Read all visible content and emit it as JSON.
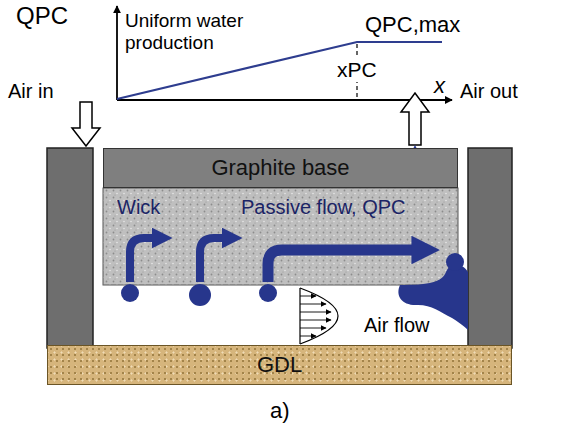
{
  "diagram": {
    "nodes": [
      {
        "text": [
          "Graphite base"
        ]
      },
      {
        "text": [
          "Wick",
          "Passive flow, QPC"
        ]
      },
      {
        "text": [
          "GDL"
        ]
      }
    ],
    "labels": [
      "QPC",
      "Uniform water production",
      "QPC,max",
      "xPC",
      "x",
      "Air in",
      "Air out",
      "Air flow",
      "a)"
    ]
  }
}
